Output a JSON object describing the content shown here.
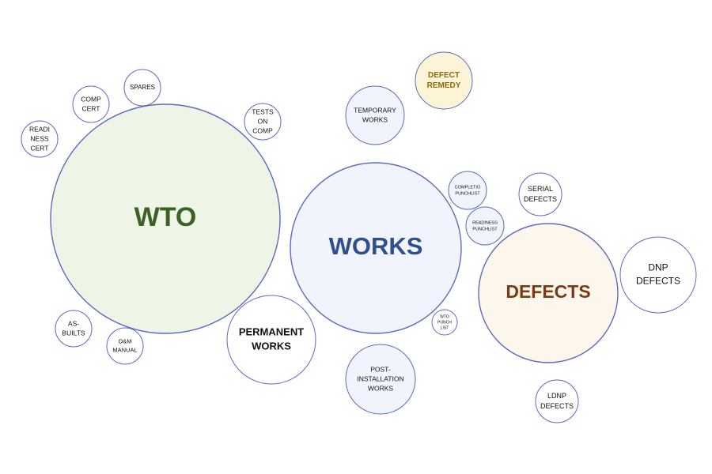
{
  "colors": {
    "outline": "#5b6bbf",
    "green_fill": "#eef4e6",
    "green_text": "#3b6124",
    "blue_fill": "#f1f4fc",
    "blue_text": "#2f4f8f",
    "peach_fill": "#fdf6ed",
    "brown_text": "#7a3b12",
    "yellow_fill": "#fdf3d6",
    "gold_text": "#8a6a0a",
    "white_fill": "#ffffff",
    "dark_text": "#111111"
  },
  "bubbles": {
    "wto": {
      "lines": [
        "WTO"
      ]
    },
    "works": {
      "lines": [
        "WORKS"
      ]
    },
    "defects": {
      "lines": [
        "DEFECTS"
      ]
    },
    "permanent_works": {
      "lines": [
        "PERMANENT",
        "WORKS"
      ]
    },
    "temporary_works": {
      "lines": [
        "TEMPORARY",
        "WORKS"
      ]
    },
    "defect_remedy": {
      "lines": [
        "DEFECT",
        "REMEDY"
      ]
    },
    "post_installation_works": {
      "lines": [
        "POST-",
        "INSTALLATION",
        "WORKS"
      ]
    },
    "completion_punchlist": {
      "lines": [
        "COMPLETIO",
        "PUNCHLIST"
      ]
    },
    "readiness_punchlist": {
      "lines": [
        "READINESS",
        "PUNCHLIST"
      ]
    },
    "wto_punch_list": {
      "lines": [
        "WTO",
        "PUNCH",
        "LIST"
      ]
    },
    "serial_defects": {
      "lines": [
        "SERIAL",
        "DEFECTS"
      ]
    },
    "dnp_defects": {
      "lines": [
        "DNP",
        "DEFECTS"
      ]
    },
    "ldnp_defects": {
      "lines": [
        "LDNP",
        "DEFECTS"
      ]
    },
    "spares": {
      "lines": [
        "SPARES"
      ]
    },
    "comp_cert": {
      "lines": [
        "COMP",
        "CERT"
      ]
    },
    "readiness_cert": {
      "lines": [
        "READI",
        "NESS",
        "CERT"
      ]
    },
    "tests_on_comp": {
      "lines": [
        "TESTS",
        "ON",
        "COMP"
      ]
    },
    "as_builts": {
      "lines": [
        "AS-",
        "BUILTS"
      ]
    },
    "om_manual": {
      "lines": [
        "O&M",
        "MANUAL"
      ]
    }
  }
}
